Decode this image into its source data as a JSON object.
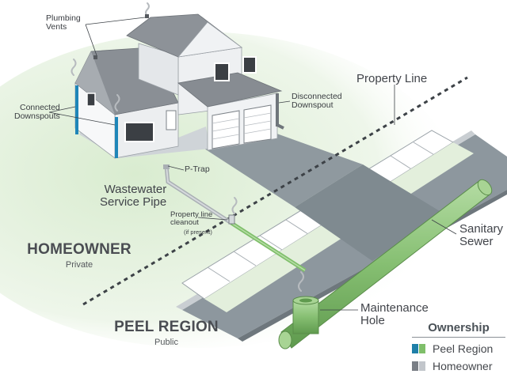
{
  "labels": {
    "plumbing_vents": "Plumbing\nVents",
    "connected_downspouts": "Connected\nDownspouts",
    "disconnected_downspout": "Disconnected\nDownspout",
    "property_line": "Property Line",
    "p_trap": "P-Trap",
    "wastewater_service_pipe": "Wastewater\nService Pipe",
    "property_line_cleanout": "Property line\ncleanout",
    "cleanout_note": "(if present)",
    "sanitary_sewer": "Sanitary\nSewer",
    "maintenance_hole": "Maintenance\nHole"
  },
  "regions": {
    "homeowner": {
      "name": "HOMEOWNER",
      "sub": "Private"
    },
    "peel": {
      "name": "PEEL REGION",
      "sub": "Public"
    }
  },
  "legend": {
    "title": "Ownership",
    "items": [
      {
        "label": "Peel Region",
        "colors": [
          "#1f7fa8",
          "#7fbf6a"
        ]
      },
      {
        "label": "Homeowner",
        "colors": [
          "#7a7f86",
          "#c2c6cb"
        ]
      }
    ]
  },
  "colors": {
    "lawn": "#e8f3e2",
    "road": "#8a959c",
    "sidewalk": "#ffffff",
    "pipe_green": "#8cc47a",
    "downspout_blue": "#1f86b8",
    "house_wall": "#f2f3f4",
    "roof": "#8c9197"
  }
}
